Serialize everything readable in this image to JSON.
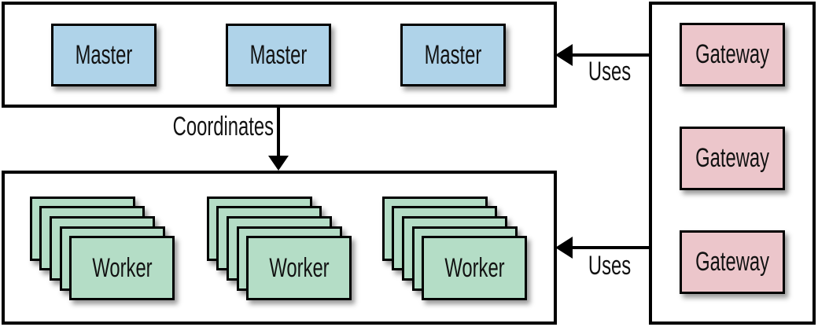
{
  "masters": {
    "group_name": "master-group",
    "fill": "#afd3e9",
    "items": [
      "Master",
      "Master",
      "Master"
    ]
  },
  "workers": {
    "group_name": "worker-group",
    "fill": "#b4ddc6",
    "stack_depth": 5,
    "items": [
      "Worker",
      "Worker",
      "Worker"
    ]
  },
  "gateways": {
    "group_name": "gateway-group",
    "fill": "#ecc6cb",
    "items": [
      "Gateway",
      "Gateway",
      "Gateway"
    ]
  },
  "edges": {
    "coordinates": {
      "label": "Coordinates",
      "from": "master-group",
      "to": "worker-group",
      "direction": "down"
    },
    "uses_top": {
      "label": "Uses",
      "from": "gateway-group",
      "to": "master-group",
      "direction": "left"
    },
    "uses_bottom": {
      "label": "Uses",
      "from": "gateway-group",
      "to": "worker-group",
      "direction": "left"
    }
  },
  "colors": {
    "background": "#ffffff",
    "border": "#000000",
    "master_fill": "#afd3e9",
    "worker_fill": "#b4ddc6",
    "gateway_fill": "#ecc6cb",
    "text": "#121212"
  }
}
